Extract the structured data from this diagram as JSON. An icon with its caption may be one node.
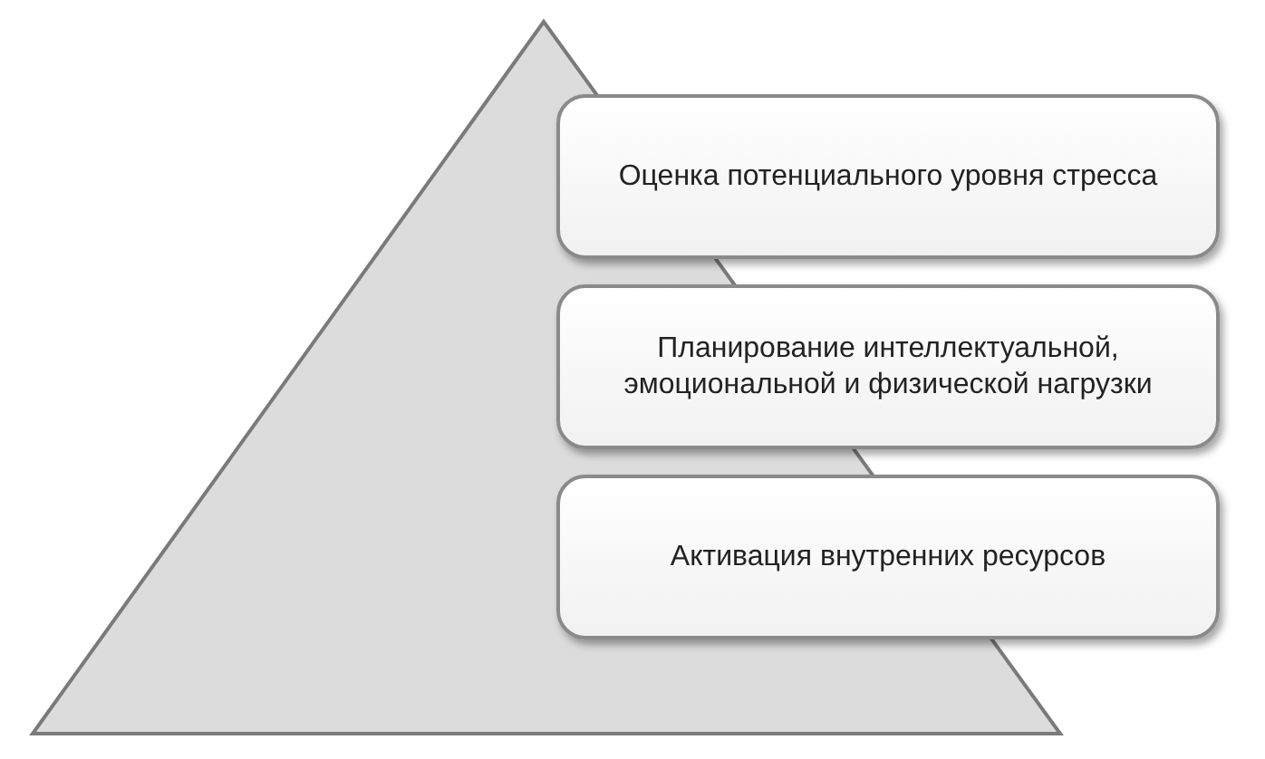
{
  "diagram": {
    "nodes": [
      {
        "text": [
          "Оценка потенциального уровня стресса"
        ]
      },
      {
        "text": [
          "Планирование интеллектуальной, эмоциональной и физической нагрузки"
        ]
      },
      {
        "text": [
          "Активация внутренних ресурсов"
        ]
      }
    ]
  }
}
